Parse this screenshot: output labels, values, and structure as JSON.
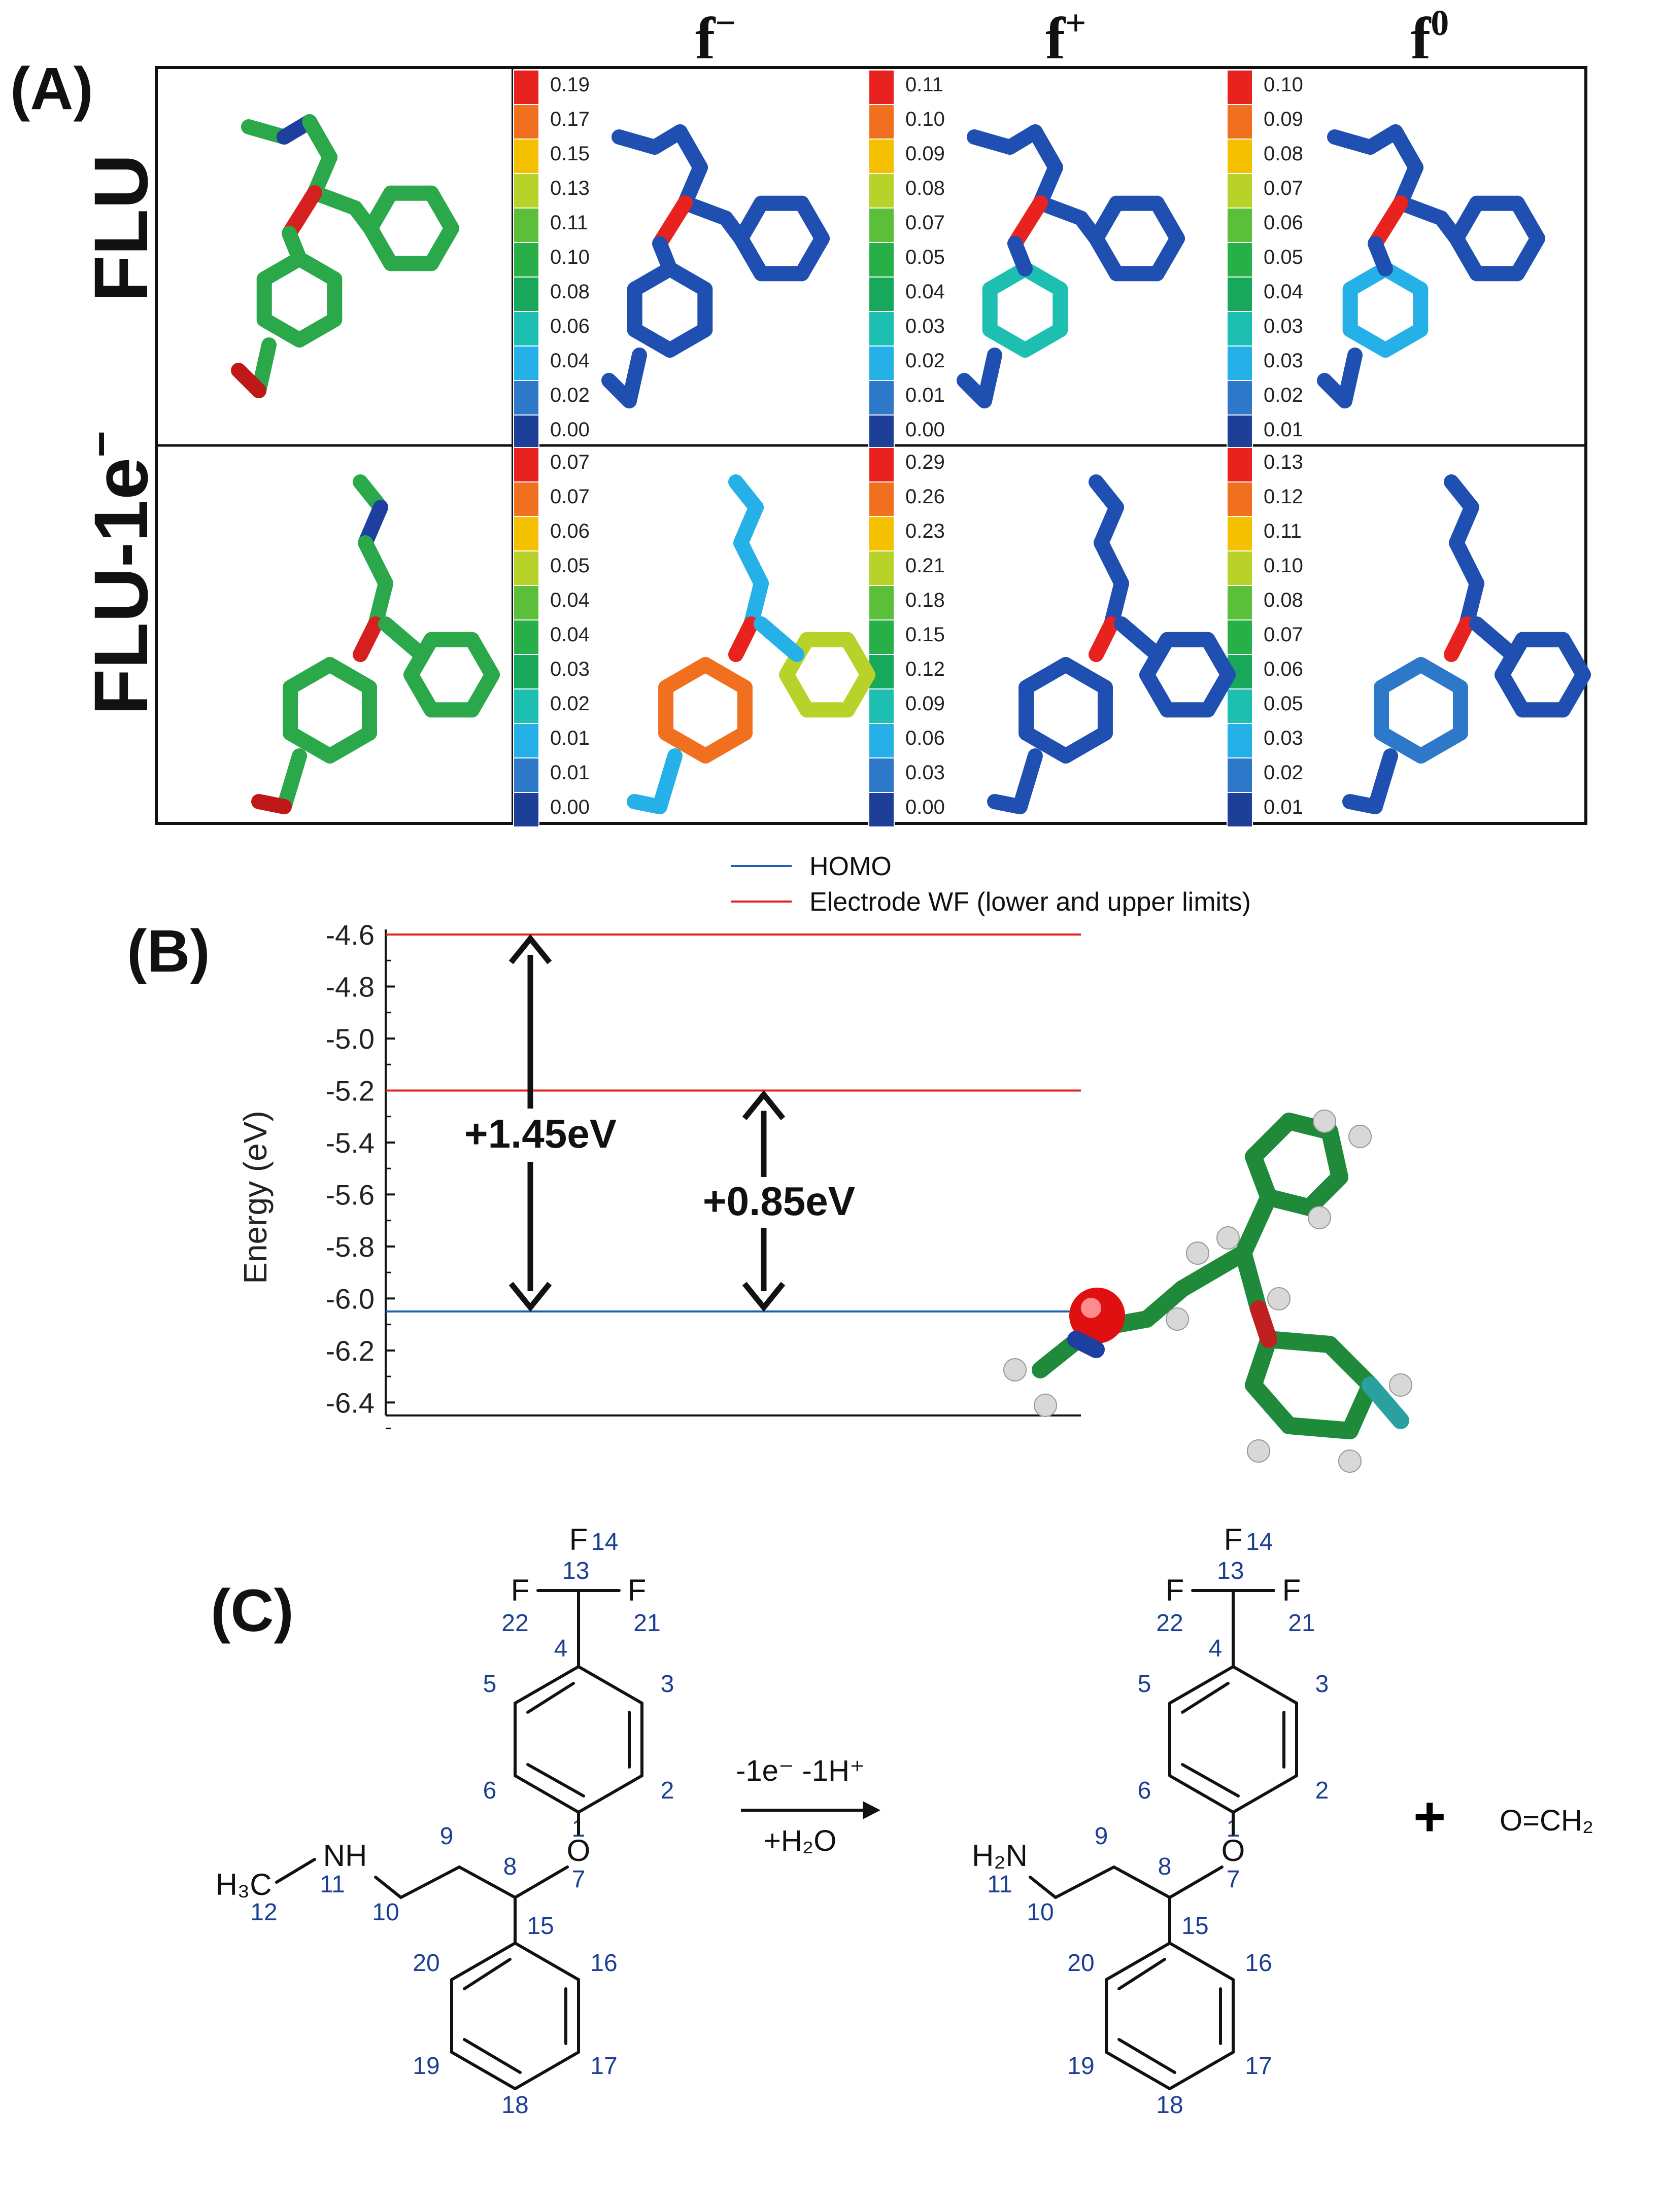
{
  "panels": {
    "a": "(A)",
    "b": "(B)",
    "c": "(C)"
  },
  "panel_a": {
    "col_headers": [
      {
        "base": "f",
        "sup": "−"
      },
      {
        "base": "f",
        "sup": "+"
      },
      {
        "base": "f",
        "sup": "0"
      }
    ],
    "rows": [
      {
        "label": "FLU",
        "label_sup": ""
      },
      {
        "label": "FLU-1e",
        "label_sup": "−"
      }
    ],
    "colorbars": [
      [
        "0.19",
        "0.17",
        "0.15",
        "0.13",
        "0.11",
        "0.10",
        "0.08",
        "0.06",
        "0.04",
        "0.02",
        "0.00"
      ],
      [
        "0.11",
        "0.10",
        "0.09",
        "0.08",
        "0.07",
        "0.05",
        "0.04",
        "0.03",
        "0.02",
        "0.01",
        "0.00"
      ],
      [
        "0.10",
        "0.09",
        "0.08",
        "0.07",
        "0.06",
        "0.05",
        "0.04",
        "0.03",
        "0.03",
        "0.02",
        "0.01"
      ],
      [
        "0.07",
        "0.07",
        "0.06",
        "0.05",
        "0.04",
        "0.04",
        "0.03",
        "0.02",
        "0.01",
        "0.01",
        "0.00"
      ],
      [
        "0.29",
        "0.26",
        "0.23",
        "0.21",
        "0.18",
        "0.15",
        "0.12",
        "0.09",
        "0.06",
        "0.03",
        "0.00"
      ],
      [
        "0.13",
        "0.12",
        "0.11",
        "0.10",
        "0.08",
        "0.07",
        "0.06",
        "0.05",
        "0.03",
        "0.02",
        "0.01"
      ]
    ],
    "colorbar_colors": [
      "#e8231f",
      "#f07020",
      "#f5c000",
      "#b8d22a",
      "#5cbf3a",
      "#28b048",
      "#18a85c",
      "#1cbfb0",
      "#25b0e8",
      "#2d78c8",
      "#1d3f98"
    ]
  },
  "panel_b": {
    "ylabel": "Energy (eV)",
    "yticks": [
      "-4.6",
      "-4.8",
      "-5.0",
      "-5.2",
      "-5.4",
      "-5.6",
      "-5.8",
      "-6.0",
      "-6.2",
      "-6.4"
    ],
    "ylim": [
      -6.45,
      -4.6
    ],
    "legend": [
      {
        "label": "HOMO",
        "color": "#1f5fb4"
      },
      {
        "label": "Electrode WF (lower and upper limits)",
        "color": "#e0201c"
      }
    ],
    "levels": {
      "wf_upper": -4.6,
      "wf_lower": -5.2,
      "homo": -6.05
    },
    "gaps": [
      "+1.45eV",
      "+0.85eV"
    ]
  },
  "panel_c": {
    "reagents_top": "-1e⁻ -1H⁺",
    "reagents_bottom": "+H₂O",
    "plus": "+",
    "byproduct": "O=CH₂",
    "atoms": {
      "F": "F",
      "O": "O",
      "NH": "NH",
      "H3C": "H₃C",
      "H2N": "H₂N"
    },
    "numbers": [
      "1",
      "2",
      "3",
      "4",
      "5",
      "6",
      "7",
      "8",
      "9",
      "10",
      "11",
      "12",
      "13",
      "14",
      "15",
      "16",
      "17",
      "18",
      "19",
      "20",
      "21",
      "22"
    ]
  }
}
